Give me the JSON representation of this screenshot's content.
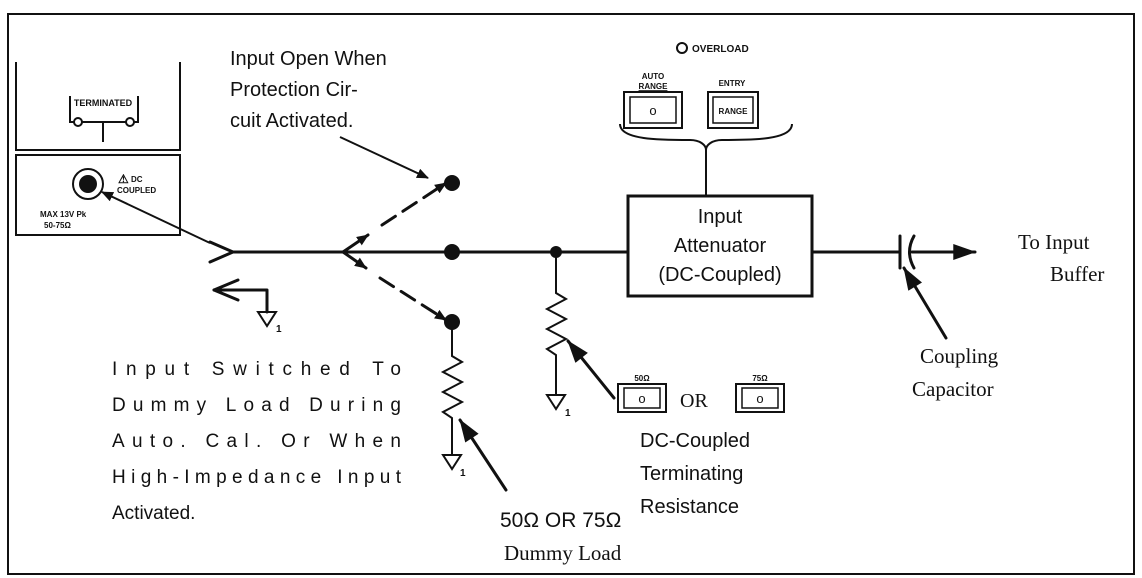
{
  "labels": {
    "protection": [
      "Input Open When",
      "Protection Cir-",
      "cuit Activated."
    ],
    "switched": [
      "Input Switched To",
      "Dummy Load During",
      "Auto. Cal. Or When",
      "High-Impedance Input",
      "Activated."
    ],
    "attenuator": [
      "Input",
      "Attenuator",
      "(DC-Coupled)"
    ],
    "to_buffer": [
      "To Input",
      "Buffer"
    ],
    "coupling_cap": [
      "Coupling",
      "Capacitor"
    ],
    "terminating": [
      "DC-Coupled",
      "Terminating",
      "Resistance"
    ],
    "dummy_load": [
      "50Ω OR 75Ω",
      "Dummy Load"
    ],
    "or_text": "OR"
  },
  "panel": {
    "terminated": "TERMINATED",
    "dc_coupled": [
      "DC",
      "COUPLED"
    ],
    "max_rating": [
      "MAX 13V Pk",
      "50-75Ω"
    ],
    "warning_glyph": "⚠"
  },
  "controls": {
    "overload": "OVERLOAD",
    "auto_range": [
      "AUTO",
      "RANGE"
    ],
    "entry": "ENTRY",
    "range": "RANGE",
    "btn_50": "50Ω",
    "btn_75": "75Ω",
    "btn_glyph": "o"
  },
  "ground_sub": "1"
}
